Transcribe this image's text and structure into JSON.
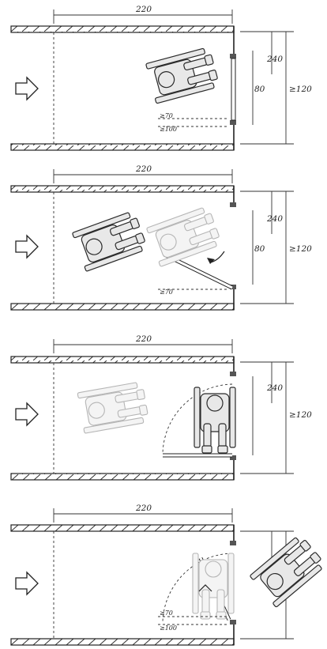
{
  "panels": [
    {
      "width": "220",
      "gap": "240",
      "opening": "80",
      "depth": "≥120",
      "clearance": "≥70",
      "clearance2": "≥100"
    },
    {
      "width": "220",
      "gap": "240",
      "opening": "80",
      "depth": "≥120",
      "clearance": "≥70"
    },
    {
      "width": "220",
      "gap": "240",
      "depth": "≥120"
    },
    {
      "width": "220",
      "clearance": "≥70",
      "clearance2": "≥100"
    }
  ],
  "icons": {
    "arrow": "direction-arrow-icon"
  }
}
